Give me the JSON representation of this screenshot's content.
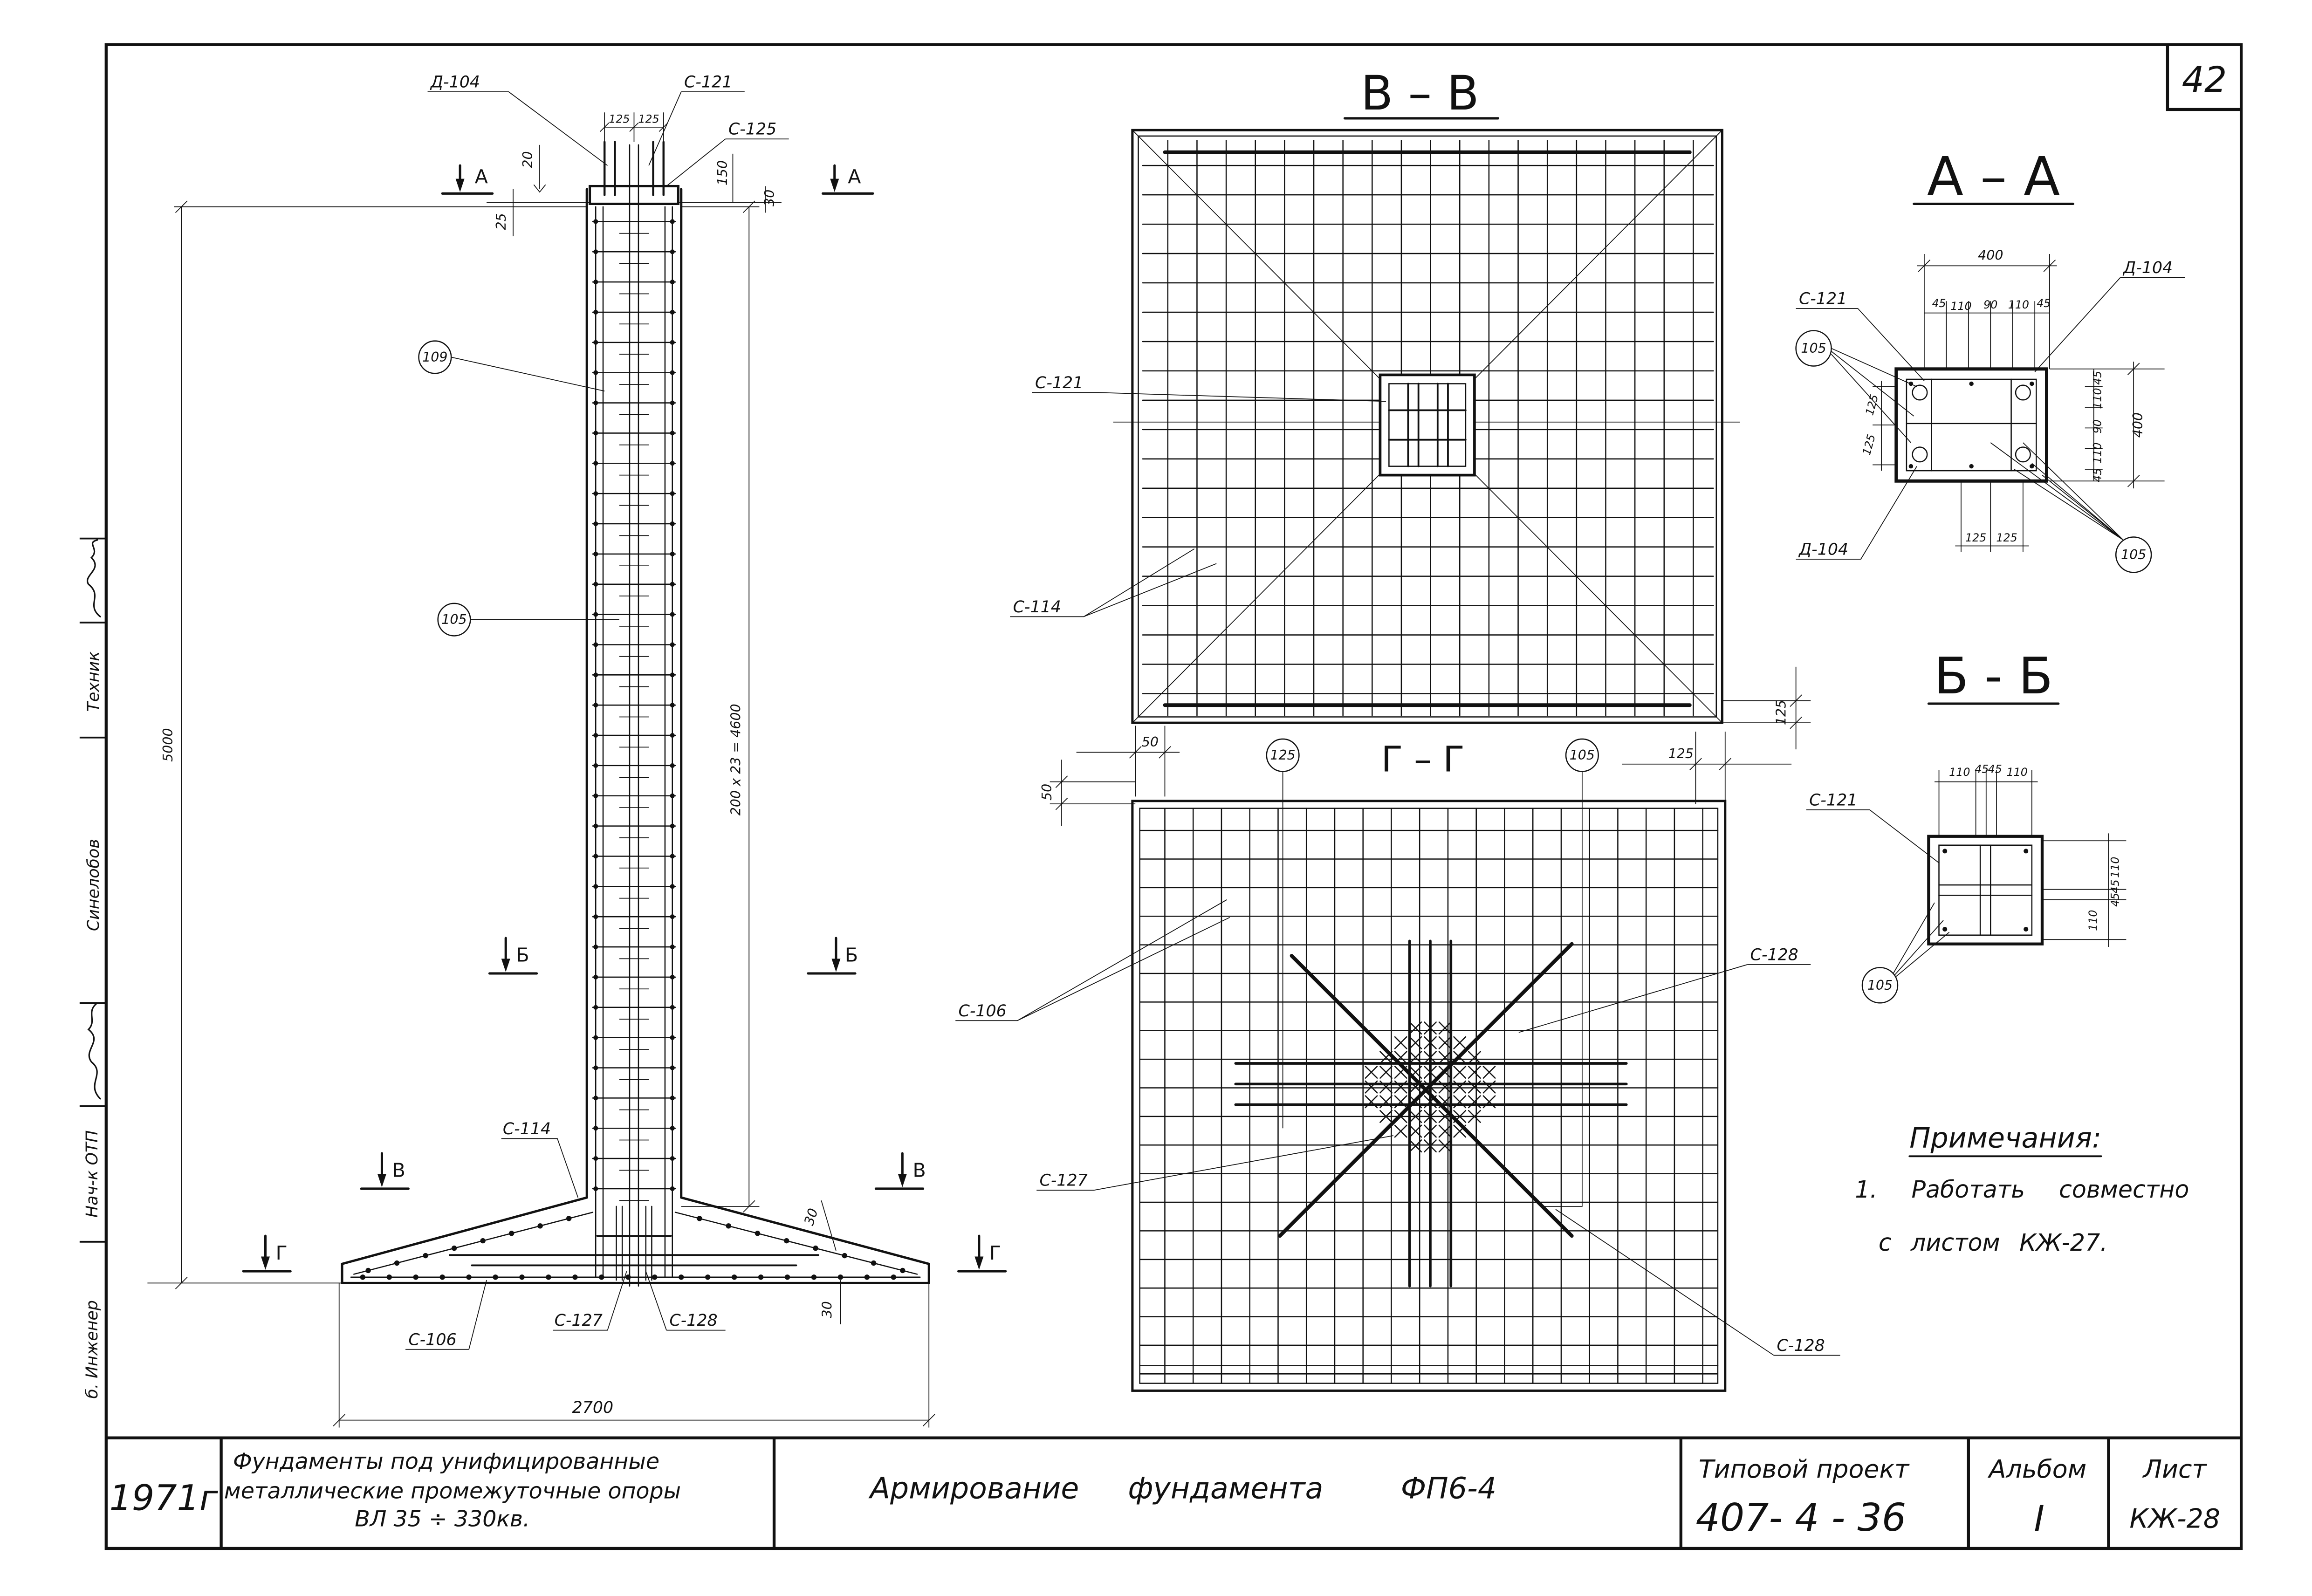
{
  "sheet_number": "42",
  "margin": {
    "head_otp": "Нач-к ОТП",
    "name": "Синелобов",
    "technician": "Техник",
    "engineer": "б. Инженер"
  },
  "title_block": {
    "year": "1971г",
    "project_title": [
      "Фундаменты под унифицированные",
      "металлические промежуточные опоры",
      "ВЛ 35 ÷ 330кв."
    ],
    "drawing_title": [
      "Армирование",
      "фундамента",
      "ФП6-4"
    ],
    "standard_project_label": "Типовой проект",
    "standard_project_number": "407- 4 - 36",
    "album_label": "Альбом",
    "album": "I",
    "sheet_label": "Лист",
    "sheet_code": "КЖ-28"
  },
  "elevation": {
    "anchor_bolt": "Д-104",
    "mesh_top": "С-121",
    "mesh_cap": "С-125",
    "dim_top_1": "125",
    "dim_top_2": "125",
    "dim_20": "20",
    "dim_25": "25",
    "dim_150": "150",
    "dim_30_top": "30",
    "cut_a": "А",
    "cut_b": "Б",
    "cut_v": "В",
    "cut_g": "Г",
    "dim_height": "5000",
    "dim_stirrups": "200 x 23 = 4600",
    "pos_109": "109",
    "pos_105": "105",
    "mesh_slope": "С-114",
    "dim_30_slope": "30",
    "dim_30_bottom": "30",
    "mesh_bottom": "С-106",
    "mesh_127": "С-127",
    "mesh_128": "С-128",
    "dim_width": "2700"
  },
  "plan_vv": {
    "title": "В – В",
    "mesh_column": "С-121",
    "mesh_slope": "С-114",
    "dim_125_right": "125",
    "dim_50_top": "50",
    "dim_50_left": "50",
    "dim_125_bottom": "125",
    "pos_125": "125",
    "pos_105": "105"
  },
  "plan_gg": {
    "title": "Г – Г",
    "mesh_bottom": "С-106",
    "mesh_128_top": "С-128",
    "mesh_127": "С-127",
    "mesh_128_bottom": "С-128"
  },
  "section_aa": {
    "title": "А – А",
    "dim_width": "400",
    "dims_top": [
      "45",
      "110",
      "90",
      "110",
      "45"
    ],
    "mesh": "С-121",
    "bolt_top": "Д-104",
    "pos_105_left": "105",
    "dims_right": [
      "45",
      "110",
      "90",
      "110",
      "45"
    ],
    "dim_height": "400",
    "dims_left": [
      "125",
      "125"
    ],
    "bolt_bottom": "Д-104",
    "dims_bottom": [
      "125",
      "125"
    ],
    "pos_105_right": "105"
  },
  "section_bb": {
    "title": "Б - Б",
    "dims_top": [
      "110",
      "45",
      "45",
      "110"
    ],
    "mesh": "С-121",
    "dims_right": [
      "110",
      "45",
      "45",
      "110"
    ],
    "pos_105": "105"
  },
  "notes": {
    "heading": "Примечания:",
    "line1": "1. Работать совместно",
    "line2": "с листом КЖ-27."
  }
}
